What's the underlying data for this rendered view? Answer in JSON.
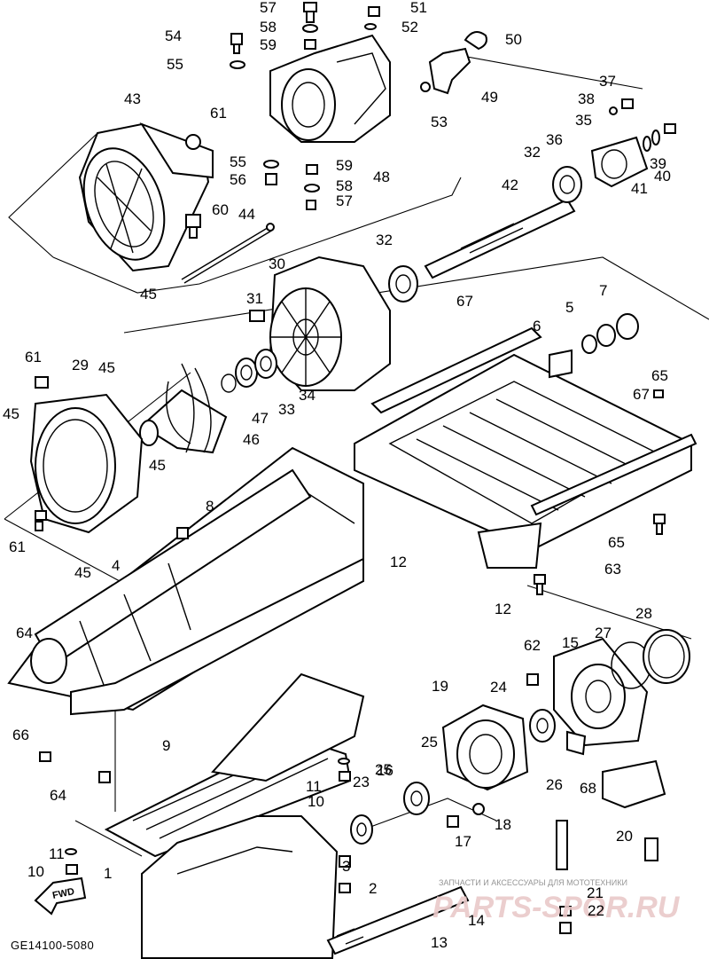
{
  "diagram": {
    "code": "GE14100-5080",
    "fwd_label": "FWD",
    "watermark": {
      "top_line": "ЗАПЧАСТИ И АКСЕССУАРЫ ДЛЯ МОТОТЕХНИКИ",
      "brand": "PARTS-SPOR.RU"
    },
    "callouts": [
      "57",
      "51",
      "58",
      "52",
      "54",
      "59",
      "50",
      "55",
      "49",
      "53",
      "43",
      "61",
      "37",
      "38",
      "35",
      "39",
      "55",
      "56",
      "59",
      "48",
      "32",
      "36",
      "41",
      "40",
      "58",
      "57",
      "60",
      "44",
      "42",
      "32",
      "30",
      "45",
      "31",
      "67",
      "7",
      "5",
      "6",
      "61",
      "29",
      "45",
      "34",
      "33",
      "47",
      "46",
      "65",
      "45",
      "67",
      "45",
      "8",
      "61",
      "45",
      "65",
      "63",
      "12",
      "4",
      "64",
      "12",
      "15",
      "28",
      "27",
      "62",
      "24",
      "19",
      "66",
      "25",
      "26",
      "16",
      "68",
      "9",
      "11",
      "23",
      "25",
      "64",
      "10",
      "18",
      "17",
      "20",
      "11",
      "3",
      "10",
      "2",
      "21",
      "22",
      "13",
      "14",
      "1"
    ]
  }
}
